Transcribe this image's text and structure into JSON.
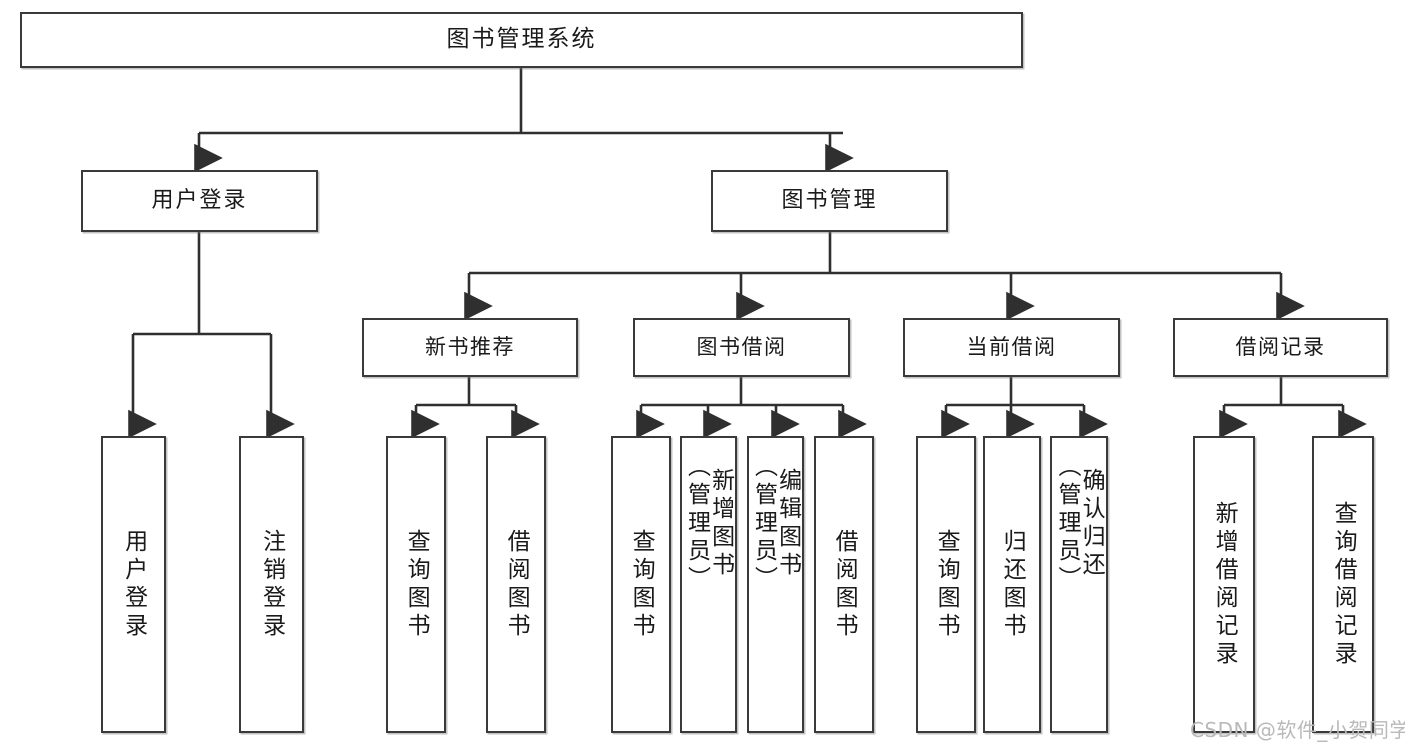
{
  "diagram": {
    "title": "图书管理系统",
    "type": "hierarchy-tree",
    "root": {
      "id": "root",
      "label": "图书管理系统"
    },
    "level1": [
      {
        "id": "user-login",
        "label": "用户登录"
      },
      {
        "id": "book-manage",
        "label": "图书管理"
      }
    ],
    "level2": [
      {
        "id": "new-book-recommend",
        "label": "新书推荐",
        "parent": "book-manage"
      },
      {
        "id": "book-borrow",
        "label": "图书借阅",
        "parent": "book-manage"
      },
      {
        "id": "current-borrow",
        "label": "当前借阅",
        "parent": "book-manage"
      },
      {
        "id": "borrow-record",
        "label": "借阅记录",
        "parent": "book-manage"
      }
    ],
    "leaves": [
      {
        "id": "leaf-user-login",
        "label": "用户登录",
        "parent": "user-login"
      },
      {
        "id": "leaf-user-logout",
        "label": "注销登录",
        "parent": "user-login"
      },
      {
        "id": "leaf-query-book-1",
        "label": "查询图书",
        "parent": "new-book-recommend"
      },
      {
        "id": "leaf-borrow-book-1",
        "label": "借阅图书",
        "parent": "new-book-recommend"
      },
      {
        "id": "leaf-query-book-2",
        "label": "查询图书",
        "parent": "book-borrow"
      },
      {
        "id": "leaf-add-book",
        "label": "新增图书\n（管理员）",
        "parent": "book-borrow"
      },
      {
        "id": "leaf-edit-book",
        "label": "编辑图书\n（管理员）",
        "parent": "book-borrow"
      },
      {
        "id": "leaf-borrow-book-2",
        "label": "借阅图书",
        "parent": "book-borrow"
      },
      {
        "id": "leaf-query-book-3",
        "label": "查询图书",
        "parent": "current-borrow"
      },
      {
        "id": "leaf-return-book",
        "label": "归还图书",
        "parent": "current-borrow"
      },
      {
        "id": "leaf-confirm-return",
        "label": "确认归还\n（管理员）",
        "parent": "current-borrow"
      },
      {
        "id": "leaf-add-record",
        "label": "新增借阅记录",
        "parent": "borrow-record"
      },
      {
        "id": "leaf-query-record",
        "label": "查询借阅记录",
        "parent": "borrow-record"
      }
    ],
    "watermark": "CSDN @软件_小贺同学",
    "colors": {
      "box_border": "#3a3a3a",
      "box_fill": "#ffffff",
      "connector": "#2f2f2f",
      "text": "#1a1a1a",
      "watermark": "#b9b9b9",
      "background": "#ffffff"
    }
  }
}
